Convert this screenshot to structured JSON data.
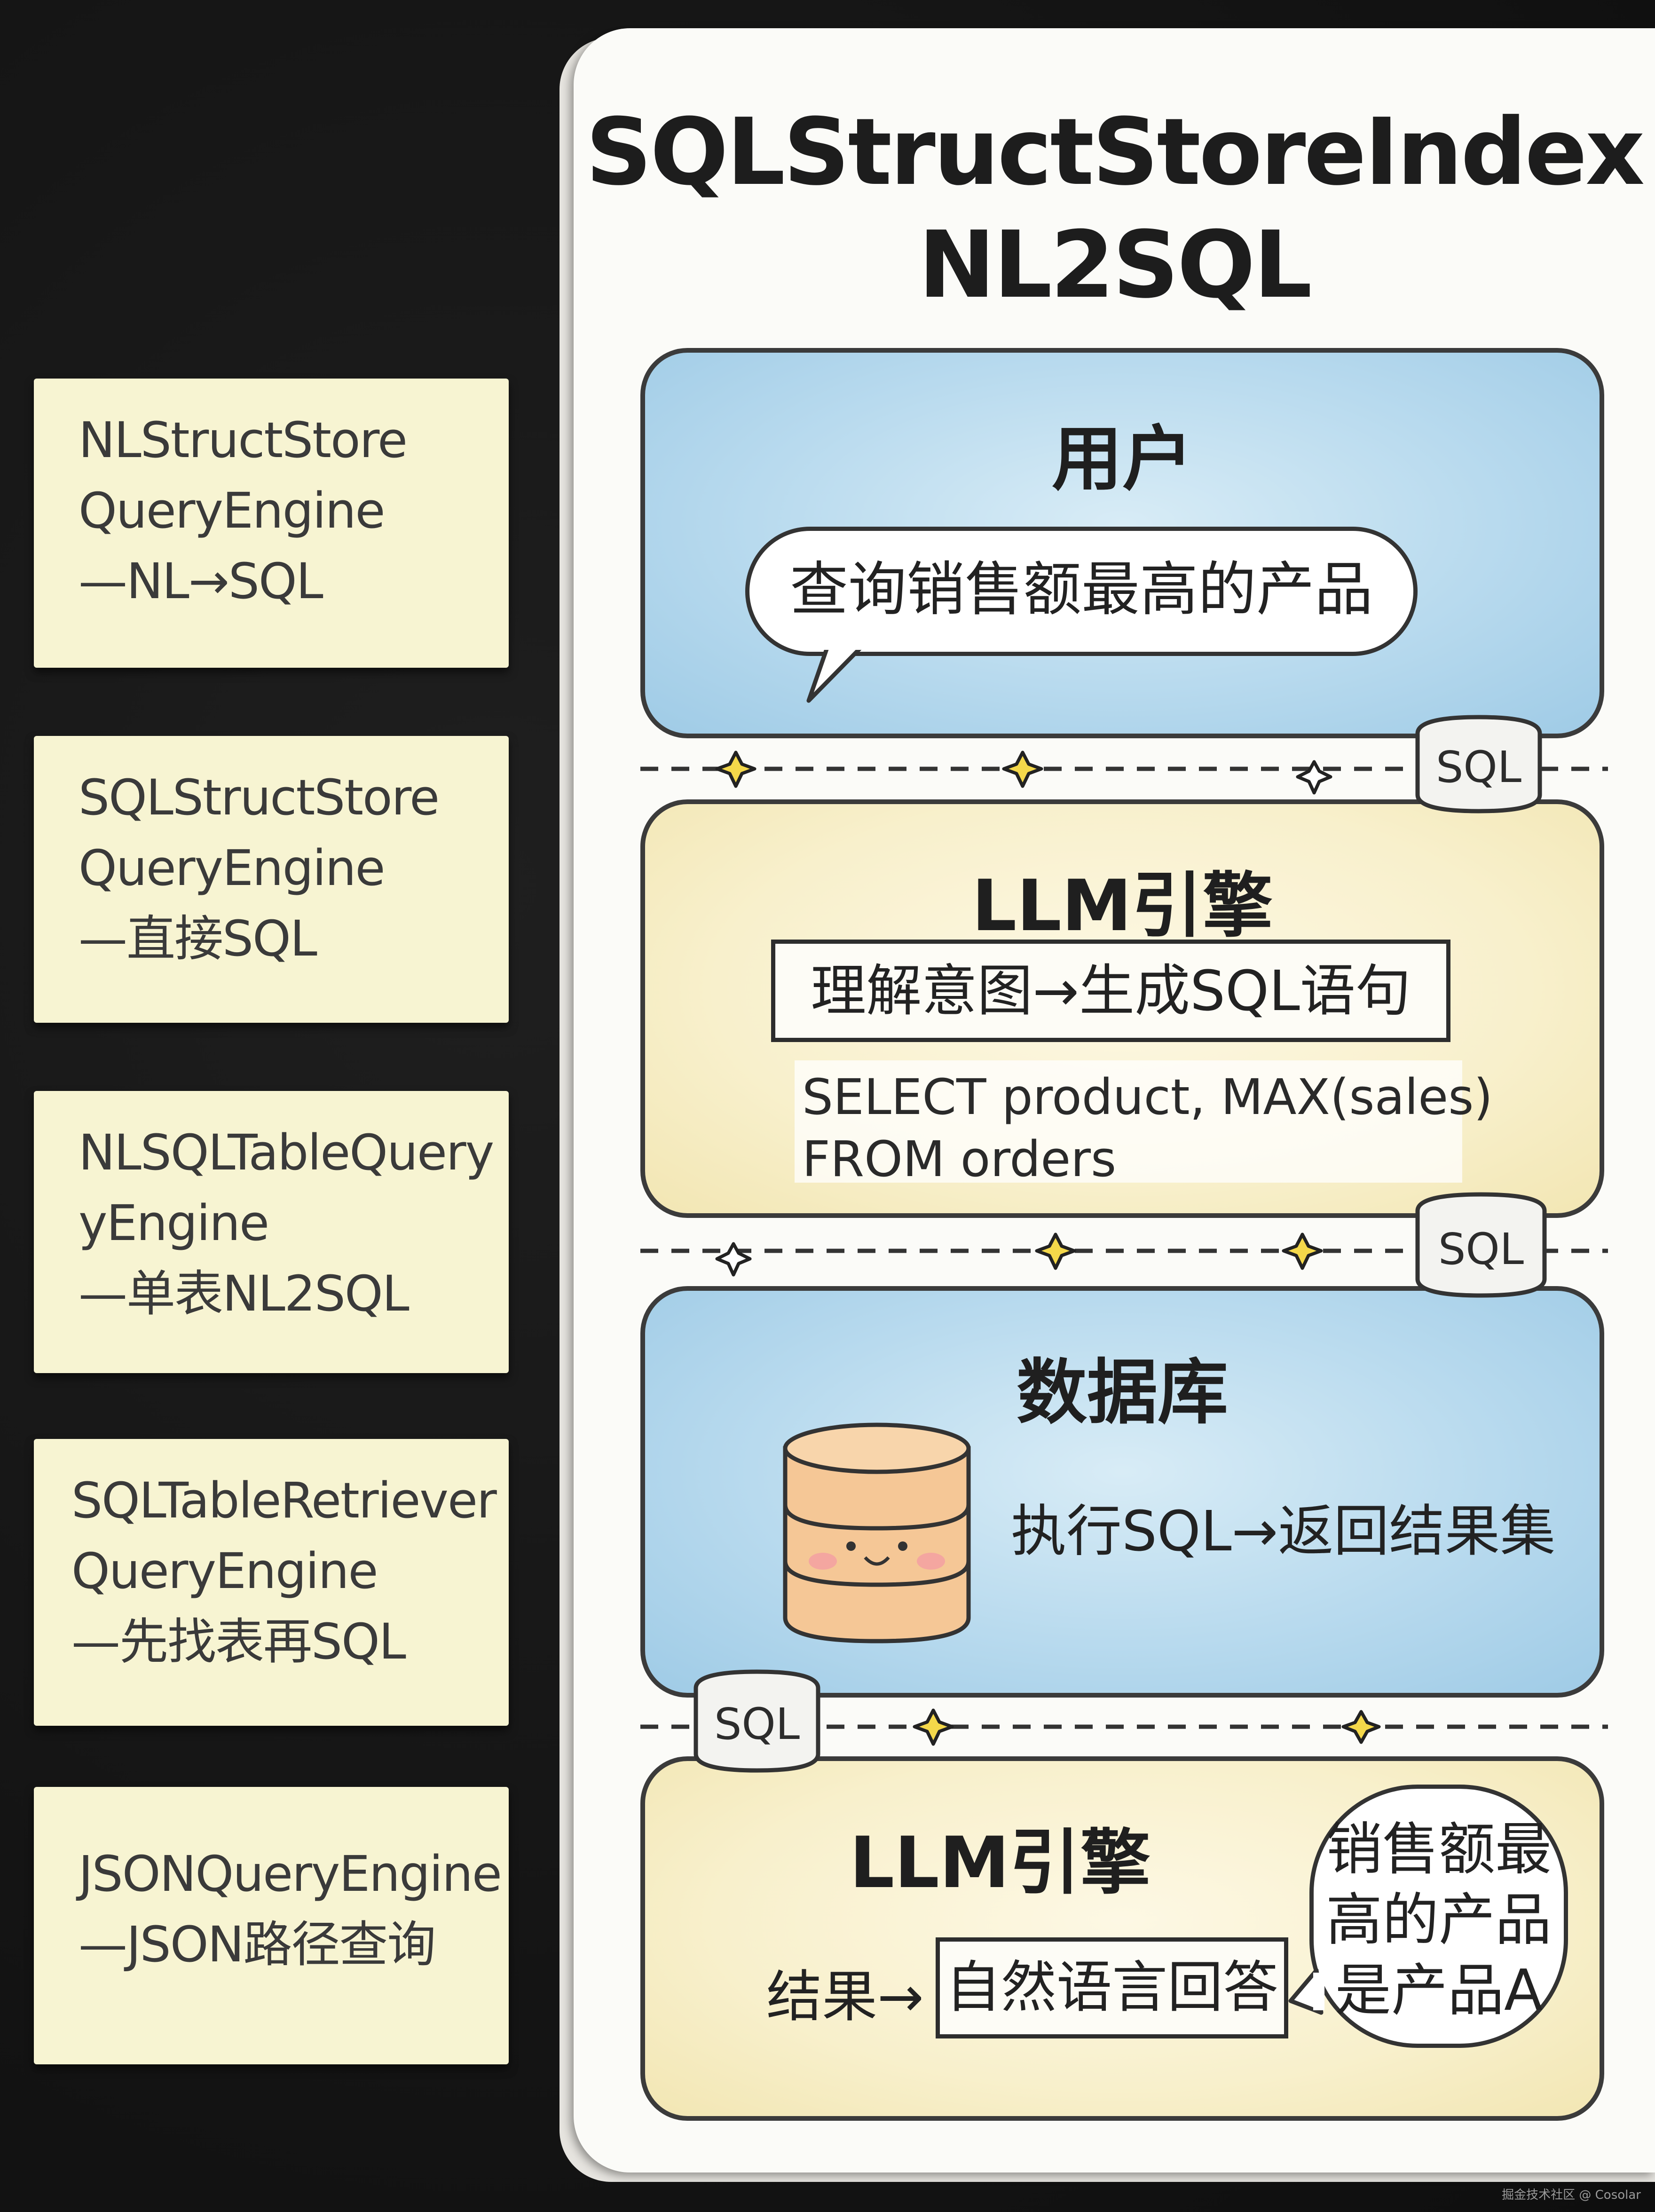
{
  "title": {
    "line1": "SQLStructStoreIndex",
    "line2": "NL2SQL"
  },
  "notes": [
    {
      "lines": [
        "NLStructStore",
        "QueryEngine",
        "—NL→SQL"
      ]
    },
    {
      "lines": [
        "SQLStructStore",
        "QueryEngine",
        "—直接SQL"
      ]
    },
    {
      "lines": [
        "NLSQLTableQuery",
        "yEngine",
        "—单表NL2SQL"
      ]
    },
    {
      "lines": [
        "SQLTableRetriever",
        "QueryEngine",
        "—先找表再SQL"
      ]
    },
    {
      "lines": [
        "JSONQueryEngine",
        "—JSON路径查询"
      ]
    }
  ],
  "panels": {
    "user": {
      "title": "用户",
      "bubble": "查询销售额最高的产品"
    },
    "llm1": {
      "title": "LLM引擎",
      "step": "理解意图→生成SQL语句",
      "code_line1": "SELECT product, MAX(sales)",
      "code_line2": "FROM orders"
    },
    "db": {
      "title": "数据库",
      "text": "执行SQL→返回结果集"
    },
    "llm2": {
      "title": "LLM引擎",
      "prefix": "结果→",
      "step": "自然语言回答",
      "bubble_line1": "销售额最",
      "bubble_line2": "高的产品",
      "bubble_line3": "是产品A"
    }
  },
  "badge_label": "SQL",
  "footer": "掘金技术社区 @ Cosolar",
  "colors": {
    "panel_blue": "#b8daee",
    "panel_yellow": "#f8f0cc",
    "note": "#f7f4d2",
    "star": "#f4d84a",
    "outline": "#3b3b3b"
  }
}
